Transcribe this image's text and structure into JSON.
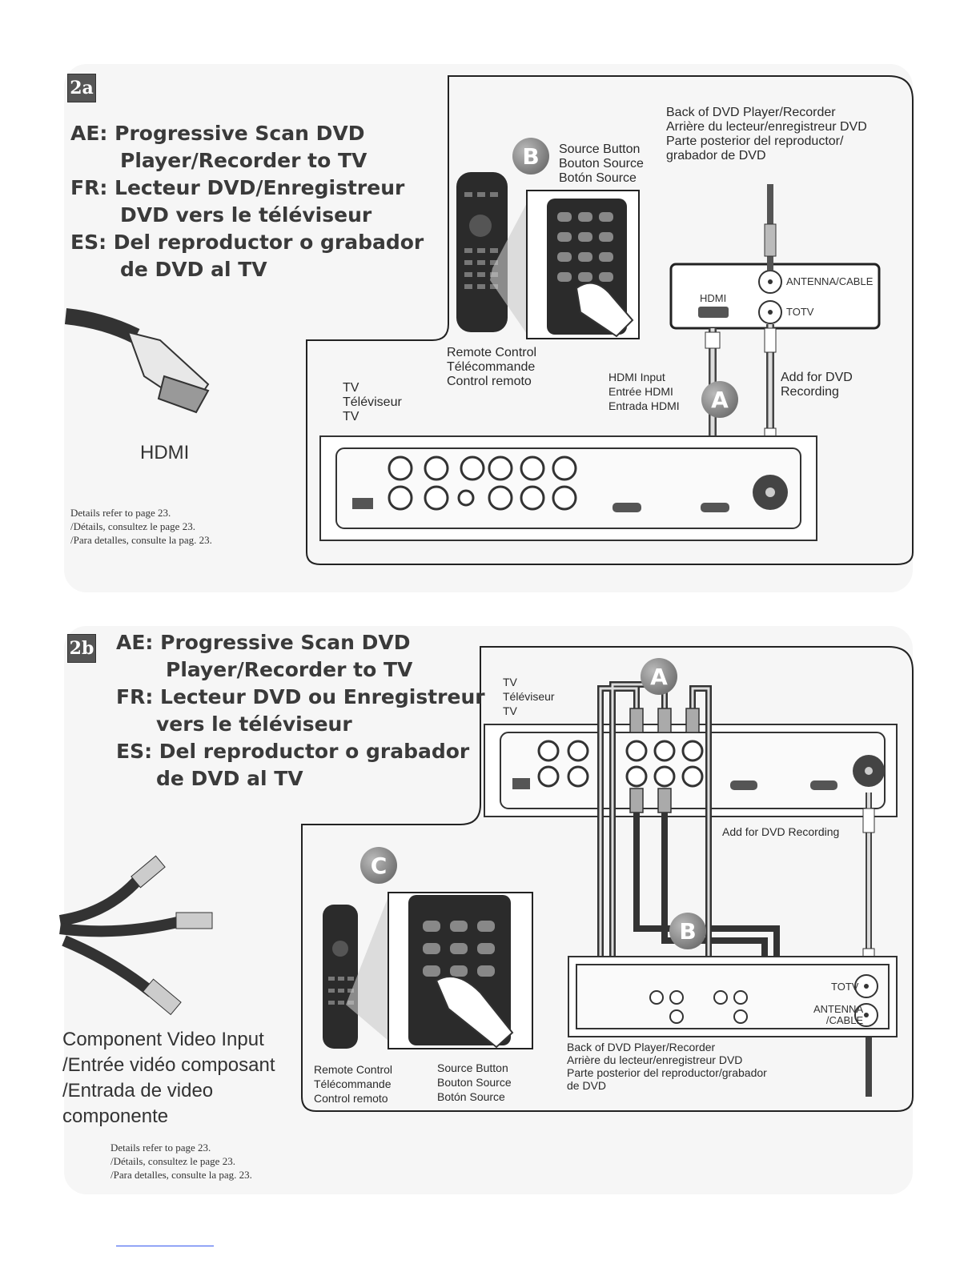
{
  "step_2a": {
    "badge": "2a",
    "title_lines": [
      "AE: Progressive Scan DVD",
      "Player/Recorder to TV",
      "FR: Lecteur DVD/Enregistreur",
      "DVD vers le téléviseur",
      "ES: Del reproductor o grabador",
      "de DVD al TV"
    ],
    "cable_label": "HDMI",
    "details": [
      "Details refer to page 23.",
      "/Détails, consultez le page 23.",
      "/Para detalles, consulte la pag. 23."
    ],
    "source_button": [
      "Source Button",
      "Bouton Source",
      "Botón Source"
    ],
    "back_of_dvd": [
      "Back of DVD Player/Recorder",
      "Arrière du lecteur/enregistreur DVD",
      "Parte posterior del reproductor/",
      "grabador de DVD"
    ],
    "remote_control": [
      "Remote Control",
      "Télécommande",
      "Control remoto"
    ],
    "tv": [
      "TV",
      "Téléviseur",
      "TV"
    ],
    "hdmi_input": [
      "HDMI Input",
      "Entrée HDMI",
      "Entrada HDMI"
    ],
    "add_for_dvd": [
      "Add for DVD",
      "Recording"
    ],
    "dvd_ports": {
      "antenna": "ANTENNA/CABLE",
      "hdmi": "HDMI",
      "totv": "TOTV"
    },
    "markers": {
      "a": "A",
      "b": "B"
    }
  },
  "step_2b": {
    "badge": "2b",
    "title_lines": [
      "AE: Progressive Scan DVD",
      "Player/Recorder to TV",
      "FR: Lecteur DVD ou Enregistreur",
      "vers le téléviseur",
      "ES: Del reproductor o grabador",
      "de DVD al TV"
    ],
    "cable_label": [
      "Component Video Input",
      "/Entrée vidéo composant",
      "/Entrada de video",
      "componente"
    ],
    "details": [
      "Details refer to page 23.",
      "/Détails, consultez le page 23.",
      "/Para detalles, consulte la pag. 23."
    ],
    "tv": [
      "TV",
      "Téléviseur",
      "TV"
    ],
    "add_for_dvd": "Add for DVD Recording",
    "remote_control": [
      "Remote Control",
      "Télécommande",
      "Control remoto"
    ],
    "source_button": [
      "Source Button",
      "Bouton Source",
      "Botón Source"
    ],
    "back_of_dvd": [
      "Back of DVD Player/Recorder",
      "Arrière du lecteur/enregistreur DVD",
      "Parte posterior del reproductor/grabador",
      "de DVD"
    ],
    "dvd_ports": {
      "totv": "TOTV",
      "antenna": "ANTENNA",
      "cable": "/CABLE"
    },
    "markers": {
      "a": "A",
      "b": "B",
      "c": "C"
    }
  }
}
